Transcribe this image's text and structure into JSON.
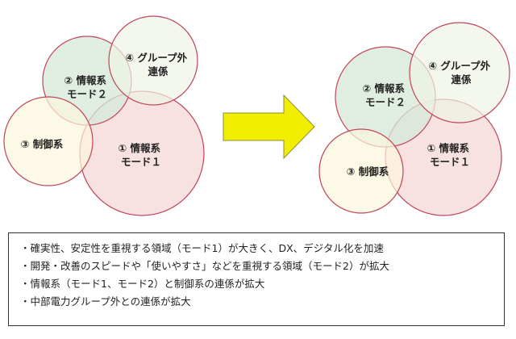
{
  "left_cluster": {
    "mode1": [
      "① 情報系",
      "モード１"
    ],
    "mode2": [
      "② 情報系",
      "モード２"
    ],
    "control": [
      "③ 制御系"
    ],
    "external": [
      "④ グループ外",
      "連係"
    ]
  },
  "right_cluster": {
    "mode1": [
      "① 情報系",
      "モード１"
    ],
    "mode2": [
      "② 情報系",
      "モード２"
    ],
    "control": [
      "③ 制御系"
    ],
    "external": [
      "④ グループ外",
      "連係"
    ]
  },
  "colors": {
    "mode1": "#f6dcdc",
    "mode2": "#d6e8d8",
    "control": "#fbf6dc",
    "external": "#eef3e6",
    "stroke": "#c0455a",
    "arrow": "#f2ee00",
    "arrow_stroke": "#8c8c3c"
  },
  "notes": [
    "・確実性、安定性を重視する領域（モード1）が大きく、DX、デジタル化を加速",
    "・開発・改善のスピードや「使いやすさ」などを重視する領域（モード2）が拡大",
    "・情報系（モード1、モード2）と制御系の連係が拡大",
    "・中部電力グループ外との連係が拡大"
  ]
}
